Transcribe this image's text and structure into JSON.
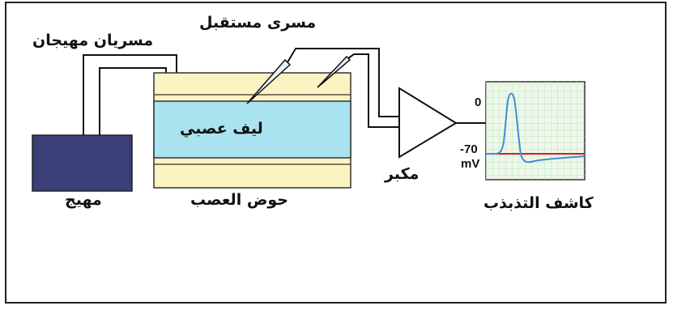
{
  "labels": {
    "recording_electrode": "مسرى مستقبل",
    "stimulating_electrodes": "مسريان مهيجان",
    "nerve_fiber": "ليف عصبي",
    "stimulator": "مهيج",
    "nerve_chamber": "حوض العصب",
    "amplifier": "مكبر",
    "oscilloscope": "كاشف التذبذب"
  },
  "scope": {
    "tick_zero": "0",
    "tick_rest": "-70",
    "unit": "mV"
  },
  "colors": {
    "stimulator": "#3a3f78",
    "chamber_outer": "#fbf3c2",
    "nerve_fiber": "#a9e3ef",
    "scope_grid": "#bfe3bf",
    "scope_bg": "#eef8ea",
    "trace": "#3b8fd6",
    "rest_line": "#d22020"
  }
}
